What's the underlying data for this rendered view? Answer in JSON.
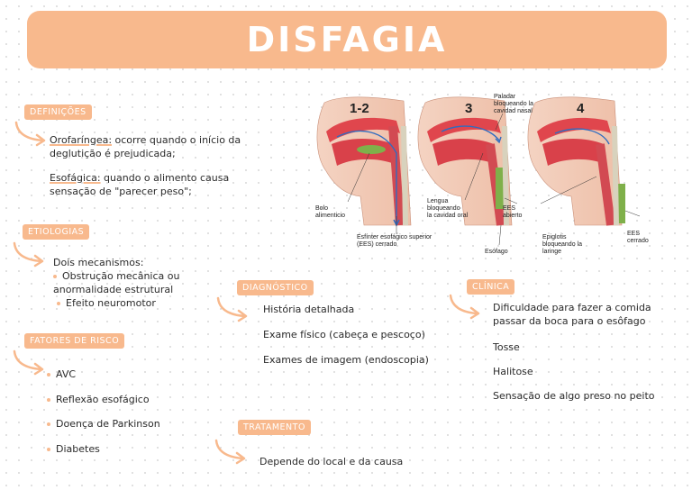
{
  "title": "DISFAGIA",
  "definicoes": {
    "tag": "DEFINIÇÕES",
    "orofaringea_term": "Orofaríngea:",
    "orofaringea_text1": " ocorre quando o início da",
    "orofaringea_text2": "deglutição é prejudicada;",
    "esofagica_term": "Esofágica:",
    "esofagica_text1": " quando o alimento causa",
    "esofagica_text2": "sensação de \"parecer peso\";"
  },
  "etiologias": {
    "tag": "ETIOLOGIAS",
    "intro": "Dois mecanismos:",
    "item1a": "Obstrução mecânica ou",
    "item1b": "anormalidade estrutural",
    "item2": "Efeito neuromotor"
  },
  "fatores": {
    "tag": "FATORES DE RISCO",
    "items": [
      "AVC",
      "Reflexão esofágico",
      "Doença de Parkinson",
      "Diabetes"
    ]
  },
  "diagnostico": {
    "tag": "DIAGNÓSTICO",
    "items": [
      "História detalhada",
      "Exame físico (cabeça e pescoço)",
      "Exames de imagem (endoscopia)"
    ]
  },
  "tratamento": {
    "tag": "TRATAMENTO",
    "text": "Depende do local e da causa"
  },
  "clinica": {
    "tag": "CLÍNICA",
    "item1a": "Dificuldade para fazer a comida",
    "item1b": "passar da boca para o esôfago",
    "item2": "Tosse",
    "item3": "Halitose",
    "item4": "Sensação de algo preso no peito"
  },
  "figure": {
    "stage1": "1-2",
    "stage2": "3",
    "stage3": "4",
    "bolo_a": "Bolo",
    "bolo_b": "alimenticio",
    "esfinter_a": "Esfínter esofágico superior",
    "esfinter_b": "(EES) cerrado",
    "paladar_a": "Paladar",
    "paladar_b": "bloqueando la",
    "paladar_c": "cavidad nasal",
    "lengua_a": "Lengua",
    "lengua_b": "bloqueando",
    "lengua_c": "la cavidad oral",
    "ees_abierto_a": "EES",
    "ees_abierto_b": "abierto",
    "esofago": "Esófago",
    "epiglotis_a": "Epiglotis",
    "epiglotis_b": "bloqueando la",
    "epiglotis_c": "laringe",
    "ees_cerrado_a": "EES",
    "ees_cerrado_b": "cerrado"
  }
}
